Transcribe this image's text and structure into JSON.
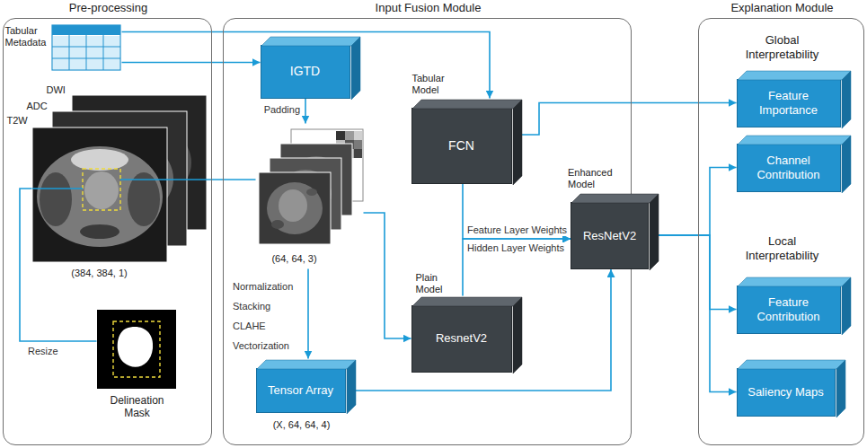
{
  "diagram": {
    "nodes": [
      {
        "text": [
          "Pre-processing"
        ]
      },
      {
        "text": [
          "Input Fusion Module"
        ]
      },
      {
        "text": [
          "Explanation Module",
          "Global Interpretability",
          "Local Interpretability"
        ]
      },
      {
        "text": [
          "Tabular Metadata"
        ],
        "in": 0
      },
      {
        "text": [
          "DWI",
          "ADC",
          "T2W",
          "(384, 384, 1)"
        ],
        "in": 0
      },
      {
        "text": [
          "Delineation Mask"
        ],
        "in": 0
      },
      {
        "text": [
          "IGTD"
        ],
        "in": 1
      },
      {
        "text": [
          "(64, 64, 3)"
        ],
        "in": 1
      },
      {
        "text": [
          "Tabular Model",
          "FCN"
        ],
        "in": 1
      },
      {
        "text": [
          "Plain Model",
          "ResnetV2"
        ],
        "in": 1
      },
      {
        "text": [
          "Tensor Array",
          "(X, 64, 64, 4)"
        ],
        "in": 1
      },
      {
        "text": [
          "Enhanced Model",
          "ResNetV2"
        ]
      },
      {
        "text": [
          "Feature Importance"
        ],
        "in": 2
      },
      {
        "text": [
          "Channel Contribution"
        ],
        "in": 2
      },
      {
        "text": [
          "Feature Contribution"
        ],
        "in": 2
      },
      {
        "text": [
          "Saliency Maps"
        ],
        "in": 2
      }
    ],
    "edges": [
      {
        "from": 3,
        "to": 6,
        "arrow": "to"
      },
      {
        "from": 3,
        "to": 8,
        "arrow": "to"
      },
      {
        "from": 8,
        "to": 12,
        "arrow": "to"
      },
      {
        "from": 5,
        "to": 4,
        "label": "Resize",
        "arrow": "none"
      },
      {
        "from": 4,
        "to": 7,
        "arrow": "none"
      },
      {
        "from": 6,
        "to": 7,
        "label": "Padding",
        "arrow": "to"
      },
      {
        "from": 7,
        "to": 9,
        "arrow": "to"
      },
      {
        "from": 7,
        "to": 10,
        "label": "Normalization Stacking CLAHE Vectorization",
        "arrow": "to"
      },
      {
        "from": 8,
        "to": 11,
        "label": "Feature Layer Weights",
        "arrow": "to"
      },
      {
        "from": 9,
        "to": 11,
        "label": "Hidden Layer Weights",
        "arrow": "to"
      },
      {
        "from": 10,
        "to": 11,
        "arrow": "to"
      },
      {
        "from": 11,
        "to": 13,
        "arrow": "to"
      },
      {
        "from": 11,
        "to": 14,
        "arrow": "to"
      },
      {
        "from": 11,
        "to": 15,
        "arrow": "to"
      }
    ]
  }
}
